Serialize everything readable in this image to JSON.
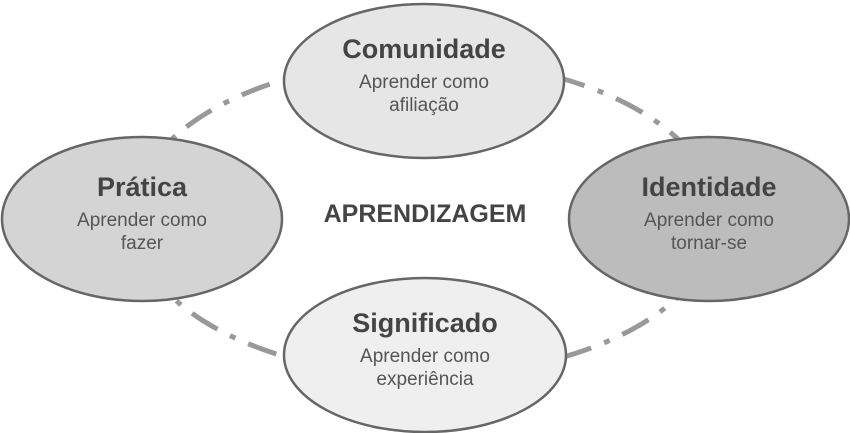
{
  "center_label": "APRENDIZAGEM",
  "nodes": {
    "comunidade": {
      "title": "Comunidade",
      "line1": "Aprender como",
      "line2": "afiliação",
      "fill": "#e6e6e6"
    },
    "pratica": {
      "title": "Prática",
      "line1": "Aprender como",
      "line2": "fazer",
      "fill": "#d4d4d4"
    },
    "identidade": {
      "title": "Identidade",
      "line1": "Aprender como",
      "line2": "tornar-se",
      "fill": "#bcbcbc"
    },
    "significado": {
      "title": "Significado",
      "line1": "Aprender como",
      "line2": "experiência",
      "fill": "#efefef"
    }
  },
  "colors": {
    "stroke": "#666666",
    "connector": "#999999",
    "text": "#444444"
  }
}
